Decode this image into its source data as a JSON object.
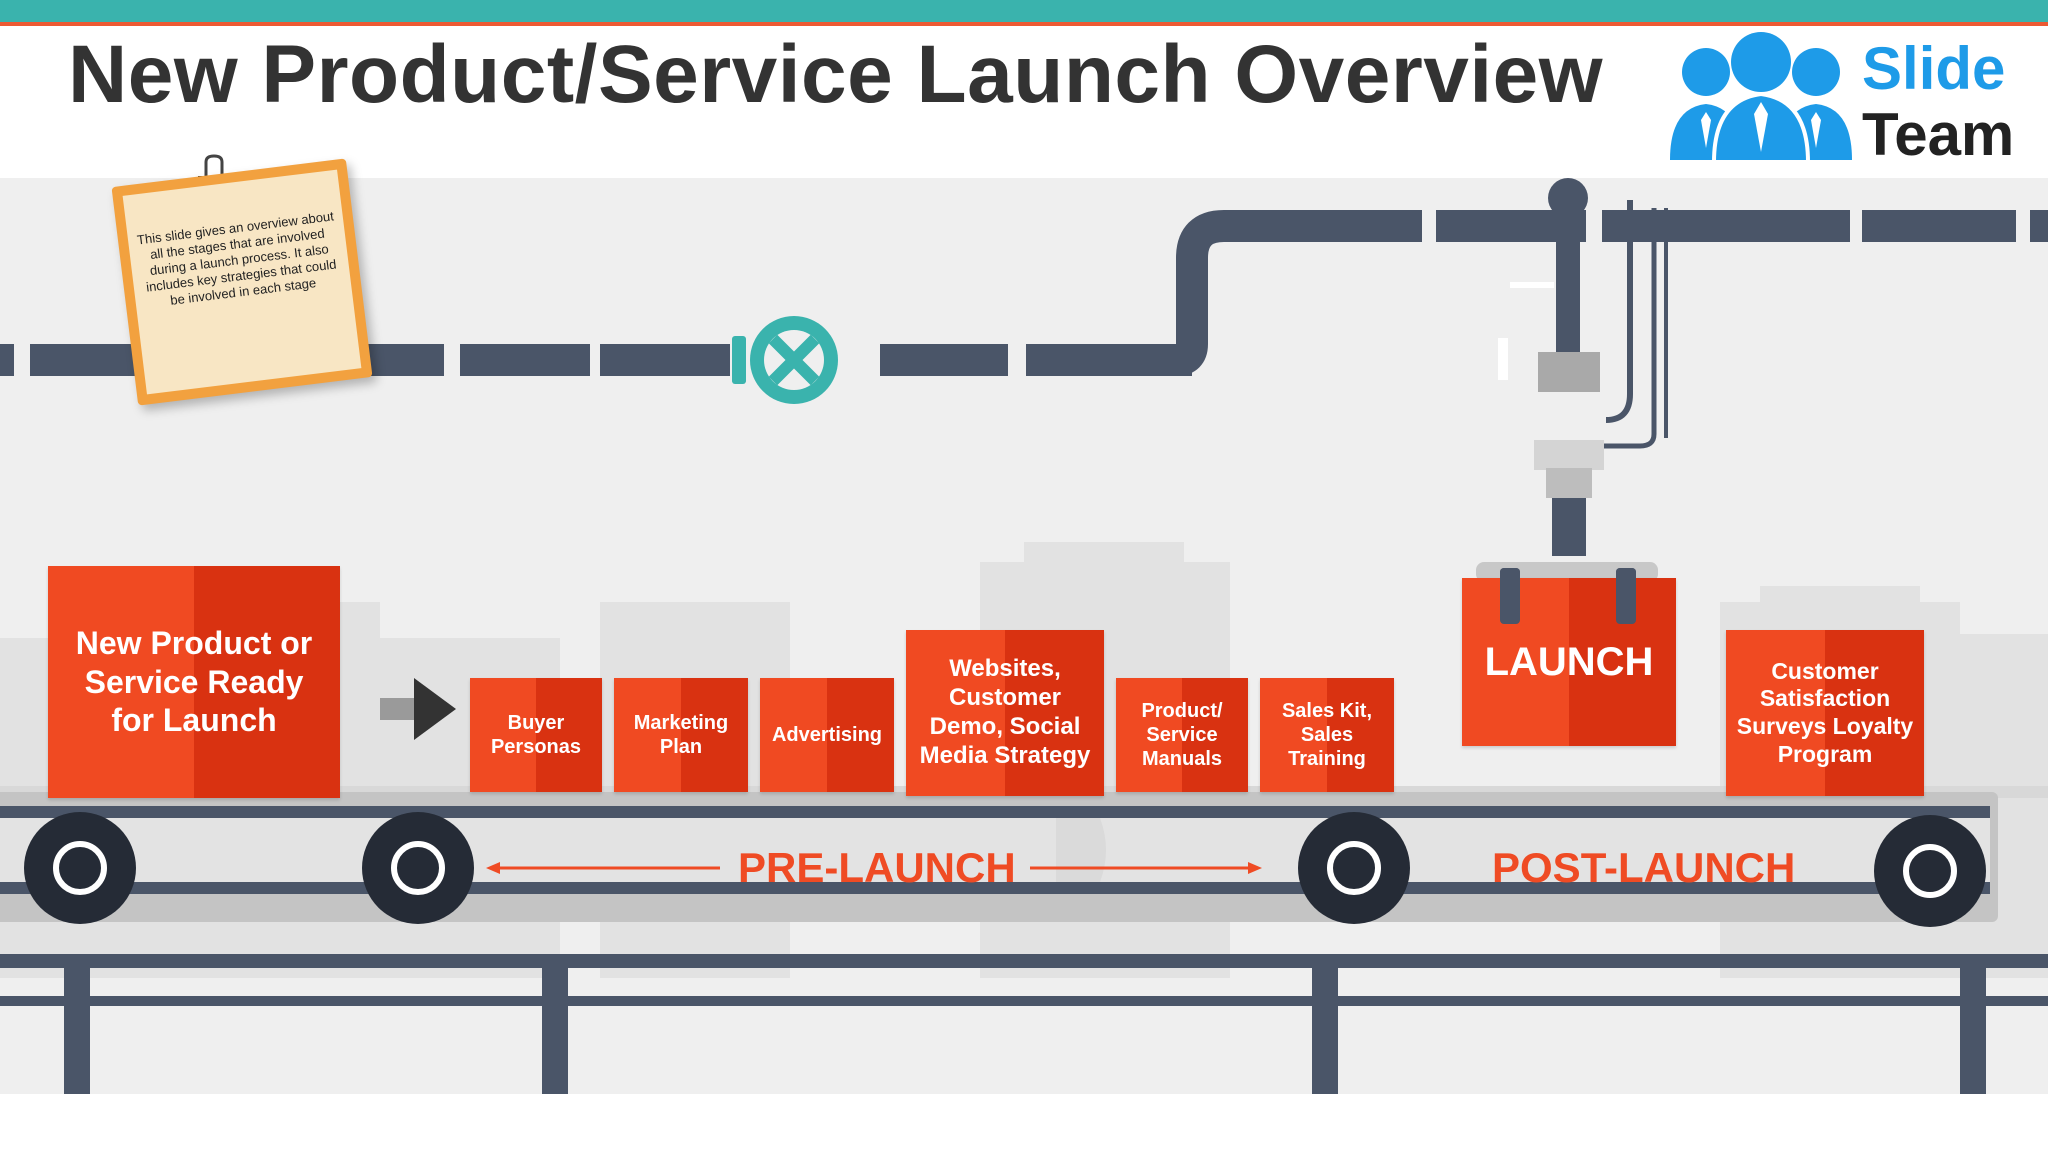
{
  "header": {
    "title": "New Product/Service Launch Overview",
    "logo": {
      "line1": "Slide",
      "line2": "Team",
      "icon": "people-group-icon"
    }
  },
  "note": {
    "text": "This slide gives an overview about all the stages that are involved during a launch process. It also includes key strategies that could be involved in each stage"
  },
  "start_box": {
    "label": "New Product or Service Ready for Launch"
  },
  "pre_launch_items": [
    {
      "label": "Buyer Personas"
    },
    {
      "label": "Marketing Plan"
    },
    {
      "label": "Advertising"
    },
    {
      "label": "Websites, Customer Demo, Social Media Strategy"
    },
    {
      "label": "Product/ Service Manuals"
    },
    {
      "label": "Sales Kit, Sales Training"
    }
  ],
  "launch_box": {
    "label": "LAUNCH"
  },
  "post_launch_item": {
    "label": "Customer Satisfaction Surveys Loyalty Program"
  },
  "stages": {
    "pre": "PRE-LAUNCH",
    "post": "POST-LAUNCH"
  },
  "colors": {
    "accent_orange": "#f04a22",
    "accent_teal": "#3ab3ad",
    "pipe_slate": "#4a5568",
    "logo_blue": "#1e9be8"
  }
}
